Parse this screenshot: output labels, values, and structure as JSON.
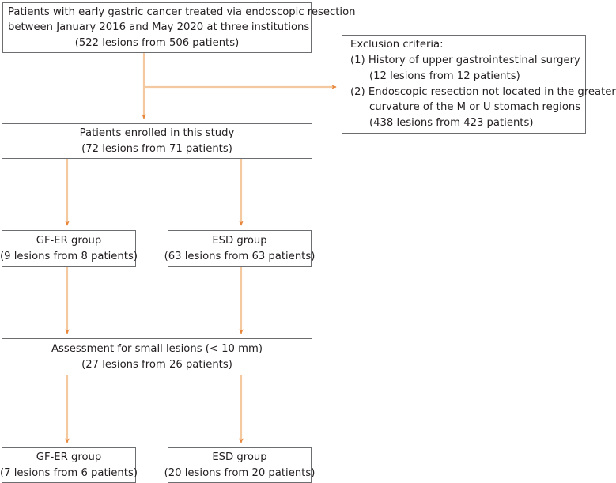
{
  "diagram": {
    "title": "Study enrollment flow diagram",
    "colors": {
      "box_border": "#6d6e71",
      "connector_line": "#f5c9a0",
      "arrow_head": "#e8873c",
      "text": "#231f20",
      "background": "#ffffff"
    },
    "nodes": {
      "source": {
        "lines": [
          "Patients with early gastric cancer treated via endoscopic resection",
          "between January 2016 and May 2020 at three institutions",
          "(522 lesions from 506 patients)"
        ]
      },
      "exclusion": {
        "lines": [
          "Exclusion criteria:",
          "(1) History of upper gastrointestinal surgery",
          "(12 lesions from 12 patients)",
          "(2) Endoscopic resection not located in the greater",
          "curvature of the M or U stomach regions",
          "(438 lesions from 423 patients)"
        ]
      },
      "enrolled": {
        "lines": [
          "Patients enrolled in this study",
          "(72 lesions from 71 patients)"
        ]
      },
      "gfer_group_1": {
        "lines": [
          "GF-ER group",
          "(9 lesions from 8 patients)"
        ]
      },
      "esd_group_1": {
        "lines": [
          "ESD group",
          "(63 lesions from 63 patients)"
        ]
      },
      "assessment": {
        "lines": [
          "Assessment for small lesions (< 10 mm)",
          "(27 lesions from 26 patients)"
        ]
      },
      "gfer_group_2": {
        "lines": [
          "GF-ER group",
          "(7 lesions from 6 patients)"
        ]
      },
      "esd_group_2": {
        "lines": [
          "ESD group",
          "(20 lesions from 20 patients)"
        ]
      }
    }
  }
}
